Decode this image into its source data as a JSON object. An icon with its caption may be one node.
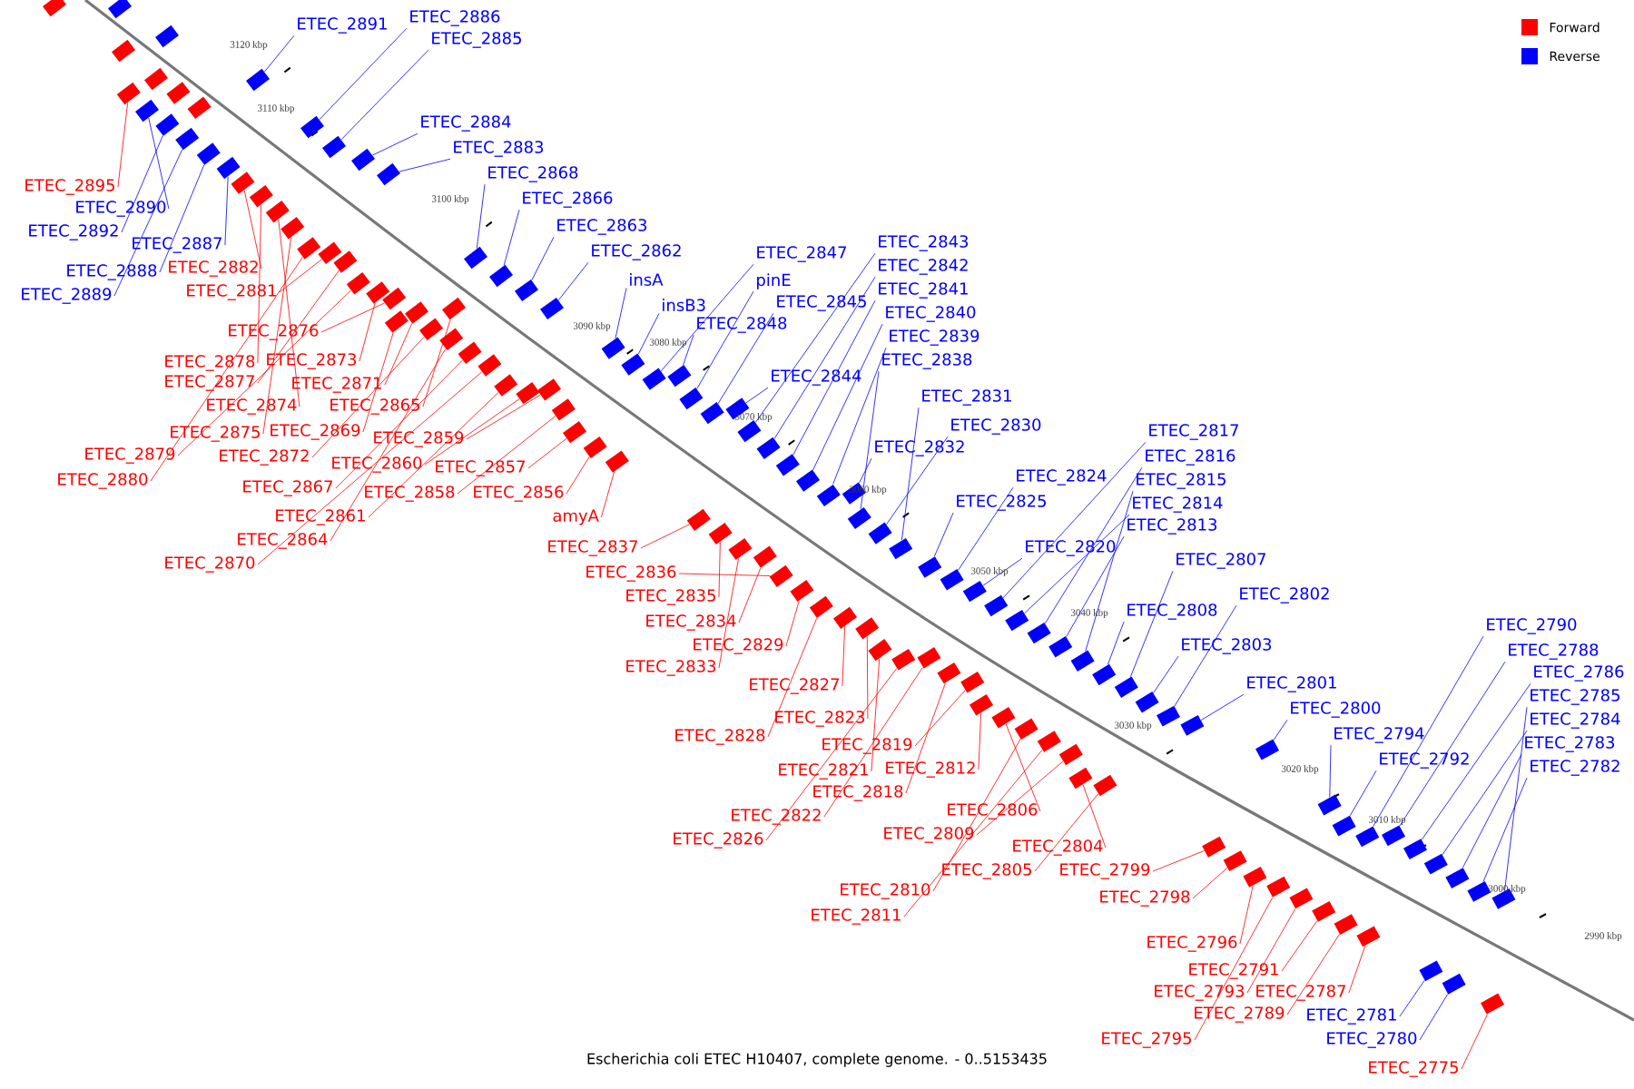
{
  "diagram": {
    "caption": "Escherichia coli ETEC H10407, complete genome. - 0..5153435",
    "nodes": [
      {
        "text": [
          "ETEC_2891"
        ]
      },
      {
        "text": [
          "ETEC_2886"
        ]
      },
      {
        "text": [
          "ETEC_2885"
        ]
      },
      {
        "text": [
          "ETEC_2884"
        ]
      },
      {
        "text": [
          "ETEC_2883"
        ]
      },
      {
        "text": [
          "ETEC_2895"
        ]
      },
      {
        "text": [
          "ETEC_2868"
        ]
      },
      {
        "text": [
          "ETEC_2866"
        ]
      },
      {
        "text": [
          "ETEC_2890"
        ]
      },
      {
        "text": [
          "ETEC_2892"
        ]
      },
      {
        "text": [
          "ETEC_2863"
        ]
      },
      {
        "text": [
          "ETEC_2887"
        ]
      },
      {
        "text": [
          "ETEC_2862"
        ]
      },
      {
        "text": [
          "ETEC_2847"
        ]
      },
      {
        "text": [
          "ETEC_2843"
        ]
      },
      {
        "text": [
          "ETEC_2842"
        ]
      },
      {
        "text": [
          "ETEC_2882"
        ]
      },
      {
        "text": [
          "ETEC_2888"
        ]
      },
      {
        "text": [
          "insA"
        ]
      },
      {
        "text": [
          "pinE"
        ]
      },
      {
        "text": [
          "ETEC_2841"
        ]
      },
      {
        "text": [
          "ETEC_2881"
        ]
      },
      {
        "text": [
          "ETEC_2889"
        ]
      },
      {
        "text": [
          "insB3"
        ]
      },
      {
        "text": [
          "ETEC_2845"
        ]
      },
      {
        "text": [
          "ETEC_2840"
        ]
      },
      {
        "text": [
          "ETEC_2848"
        ]
      },
      {
        "text": [
          "ETEC_2876"
        ]
      },
      {
        "text": [
          "ETEC_2839"
        ]
      },
      {
        "text": [
          "ETEC_2873"
        ]
      },
      {
        "text": [
          "ETEC_2878"
        ]
      },
      {
        "text": [
          "ETEC_2838"
        ]
      },
      {
        "text": [
          "ETEC_2844"
        ]
      },
      {
        "text": [
          "ETEC_2877"
        ]
      },
      {
        "text": [
          "ETEC_2871"
        ]
      },
      {
        "text": [
          "ETEC_2831"
        ]
      },
      {
        "text": [
          "ETEC_2874"
        ]
      },
      {
        "text": [
          "ETEC_2865"
        ]
      },
      {
        "text": [
          "ETEC_2830"
        ]
      },
      {
        "text": [
          "ETEC_2869"
        ]
      },
      {
        "text": [
          "ETEC_2817"
        ]
      },
      {
        "text": [
          "ETEC_2875"
        ]
      },
      {
        "text": [
          "ETEC_2859"
        ]
      },
      {
        "text": [
          "ETEC_2832"
        ]
      },
      {
        "text": [
          "ETEC_2879"
        ]
      },
      {
        "text": [
          "ETEC_2816"
        ]
      },
      {
        "text": [
          "ETEC_2872"
        ]
      },
      {
        "text": [
          "ETEC_2860"
        ]
      },
      {
        "text": [
          "ETEC_2857"
        ]
      },
      {
        "text": [
          "ETEC_2824"
        ]
      },
      {
        "text": [
          "ETEC_2880"
        ]
      },
      {
        "text": [
          "ETEC_2815"
        ]
      },
      {
        "text": [
          "ETEC_2867"
        ]
      },
      {
        "text": [
          "ETEC_2858"
        ]
      },
      {
        "text": [
          "ETEC_2856"
        ]
      },
      {
        "text": [
          "ETEC_2825"
        ]
      },
      {
        "text": [
          "ETEC_2814"
        ]
      },
      {
        "text": [
          "ETEC_2861"
        ]
      },
      {
        "text": [
          "amyA"
        ]
      },
      {
        "text": [
          "ETEC_2813"
        ]
      },
      {
        "text": [
          "ETEC_2864"
        ]
      },
      {
        "text": [
          "ETEC_2837"
        ]
      },
      {
        "text": [
          "ETEC_2820"
        ]
      },
      {
        "text": [
          "ETEC_2807"
        ]
      },
      {
        "text": [
          "ETEC_2870"
        ]
      },
      {
        "text": [
          "ETEC_2836"
        ]
      },
      {
        "text": [
          "ETEC_2802"
        ]
      },
      {
        "text": [
          "ETEC_2835"
        ]
      },
      {
        "text": [
          "ETEC_2808"
        ]
      },
      {
        "text": [
          "ETEC_2834"
        ]
      },
      {
        "text": [
          "ETEC_2790"
        ]
      },
      {
        "text": [
          "ETEC_2829"
        ]
      },
      {
        "text": [
          "ETEC_2803"
        ]
      },
      {
        "text": [
          "ETEC_2788"
        ]
      },
      {
        "text": [
          "ETEC_2833"
        ]
      },
      {
        "text": [
          "ETEC_2786"
        ]
      },
      {
        "text": [
          "ETEC_2801"
        ]
      },
      {
        "text": [
          "ETEC_2827"
        ]
      },
      {
        "text": [
          "ETEC_2785"
        ]
      },
      {
        "text": [
          "ETEC_2800"
        ]
      },
      {
        "text": [
          "ETEC_2823"
        ]
      },
      {
        "text": [
          "ETEC_2784"
        ]
      },
      {
        "text": [
          "ETEC_2794"
        ]
      },
      {
        "text": [
          "ETEC_2828"
        ]
      },
      {
        "text": [
          "ETEC_2783"
        ]
      },
      {
        "text": [
          "ETEC_2819"
        ]
      },
      {
        "text": [
          "ETEC_2792"
        ]
      },
      {
        "text": [
          "ETEC_2782"
        ]
      },
      {
        "text": [
          "ETEC_2812"
        ]
      },
      {
        "text": [
          "ETEC_2821"
        ]
      },
      {
        "text": [
          "ETEC_2818"
        ]
      },
      {
        "text": [
          "ETEC_2806"
        ]
      },
      {
        "text": [
          "ETEC_2822"
        ]
      },
      {
        "text": [
          "ETEC_2809"
        ]
      },
      {
        "text": [
          "ETEC_2826"
        ]
      },
      {
        "text": [
          "ETEC_2804"
        ]
      },
      {
        "text": [
          "ETEC_2805"
        ]
      },
      {
        "text": [
          "ETEC_2799"
        ]
      },
      {
        "text": [
          "ETEC_2810"
        ]
      },
      {
        "text": [
          "ETEC_2798"
        ]
      },
      {
        "text": [
          "ETEC_2811"
        ]
      },
      {
        "text": [
          "ETEC_2796"
        ]
      },
      {
        "text": [
          "ETEC_2791"
        ]
      },
      {
        "text": [
          "ETEC_2793"
        ]
      },
      {
        "text": [
          "ETEC_2787"
        ]
      },
      {
        "text": [
          "ETEC_2789"
        ]
      },
      {
        "text": [
          "ETEC_2781"
        ]
      },
      {
        "text": [
          "ETEC_2795"
        ]
      },
      {
        "text": [
          "ETEC_2780"
        ]
      },
      {
        "text": [
          "ETEC_2775"
        ]
      },
      {
        "text": [],
        "shape": "bar"
      },
      {
        "text": [],
        "shape": "bar"
      },
      {
        "text": [],
        "shape": "bar"
      },
      {
        "text": [],
        "shape": "bar"
      },
      {
        "text": [],
        "shape": "bar"
      },
      {
        "text": [],
        "shape": "bar"
      },
      {
        "text": [],
        "shape": "bar"
      },
      {
        "text": [],
        "shape": "bar"
      },
      {
        "text": [],
        "shape": "bar"
      },
      {
        "text": [],
        "shape": "bar"
      },
      {
        "text": [],
        "shape": "bar"
      },
      {
        "text": [],
        "shape": "bar"
      },
      {
        "text": [],
        "shape": "bar"
      },
      {
        "text": [],
        "shape": "bar"
      },
      {
        "text": [],
        "shape": "bar"
      },
      {
        "text": [],
        "shape": "bar"
      },
      {
        "text": [],
        "shape": "bar"
      },
      {
        "text": [],
        "shape": "bar"
      },
      {
        "text": [],
        "shape": "bar"
      },
      {
        "text": [],
        "shape": "bar"
      },
      {
        "text": [],
        "shape": "bar"
      },
      {
        "text": [],
        "shape": "bar"
      },
      {
        "text": [],
        "shape": "bar"
      },
      {
        "text": [],
        "shape": "bar"
      },
      {
        "text": [],
        "shape": "bar"
      },
      {
        "text": [],
        "shape": "bar"
      },
      {
        "text": [],
        "shape": "bar"
      },
      {
        "text": [],
        "shape": "bar"
      },
      {
        "text": [],
        "shape": "bar"
      },
      {
        "text": [],
        "shape": "bar"
      },
      {
        "text": [],
        "shape": "bar"
      },
      {
        "text": [],
        "shape": "bar"
      },
      {
        "text": [],
        "shape": "bar"
      },
      {
        "text": [],
        "shape": "bar"
      },
      {
        "text": [],
        "shape": "bar"
      },
      {
        "text": [],
        "shape": "bar"
      },
      {
        "text": [],
        "shape": "bar"
      },
      {
        "text": [],
        "shape": "bar"
      },
      {
        "text": [],
        "shape": "bar"
      },
      {
        "text": [],
        "shape": "bar"
      },
      {
        "text": [],
        "shape": "bar"
      },
      {
        "text": [],
        "shape": "bar"
      },
      {
        "text": [],
        "shape": "bar"
      },
      {
        "text": [],
        "shape": "bar"
      },
      {
        "text": [],
        "shape": "bar"
      },
      {
        "text": [],
        "shape": "bar"
      },
      {
        "text": [],
        "shape": "bar"
      },
      {
        "text": [],
        "shape": "bar"
      },
      {
        "text": [],
        "shape": "bar"
      },
      {
        "text": [],
        "shape": "bar"
      },
      {
        "text": [],
        "shape": "bar"
      },
      {
        "text": [],
        "shape": "bar"
      },
      {
        "text": [],
        "shape": "bar"
      },
      {
        "text": [],
        "shape": "bar"
      },
      {
        "text": [],
        "shape": "bar"
      },
      {
        "text": [],
        "shape": "bar"
      },
      {
        "text": [],
        "shape": "bar"
      },
      {
        "text": [],
        "shape": "bar"
      },
      {
        "text": [],
        "shape": "bar"
      },
      {
        "text": [],
        "shape": "bar"
      },
      {
        "text": [],
        "shape": "bar"
      },
      {
        "text": [],
        "shape": "bar"
      },
      {
        "text": [],
        "shape": "bar"
      },
      {
        "text": [],
        "shape": "bar"
      },
      {
        "text": [],
        "shape": "bar"
      },
      {
        "text": [],
        "shape": "bar"
      },
      {
        "text": [],
        "shape": "bar"
      },
      {
        "text": [],
        "shape": "bar"
      },
      {
        "text": [],
        "shape": "bar"
      },
      {
        "text": [],
        "shape": "bar"
      },
      {
        "text": [],
        "shape": "bar"
      },
      {
        "text": [],
        "shape": "bar"
      },
      {
        "text": [],
        "shape": "bar"
      },
      {
        "text": [],
        "shape": "bar"
      },
      {
        "text": [],
        "shape": "bar"
      },
      {
        "text": [],
        "shape": "bar"
      },
      {
        "text": [],
        "shape": "bar"
      },
      {
        "text": [],
        "shape": "bar"
      },
      {
        "text": [],
        "shape": "bar"
      },
      {
        "text": [],
        "shape": "bar"
      },
      {
        "text": [],
        "shape": "bar"
      },
      {
        "text": [],
        "shape": "bar"
      },
      {
        "text": [],
        "shape": "bar"
      },
      {
        "text": [],
        "shape": "bar"
      },
      {
        "text": [],
        "shape": "bar"
      },
      {
        "text": [],
        "shape": "bar"
      },
      {
        "text": [],
        "shape": "bar"
      },
      {
        "text": [],
        "shape": "bar"
      },
      {
        "text": [],
        "shape": "bar"
      },
      {
        "text": [],
        "shape": "bar"
      },
      {
        "text": [],
        "shape": "bar"
      },
      {
        "text": [],
        "shape": "bar"
      },
      {
        "text": [],
        "shape": "bar"
      },
      {
        "text": [],
        "shape": "bar"
      },
      {
        "text": [],
        "shape": "bar"
      },
      {
        "text": [],
        "shape": "bar"
      },
      {
        "text": [],
        "shape": "bar"
      },
      {
        "text": [],
        "shape": "bar"
      },
      {
        "text": [],
        "shape": "bar"
      },
      {
        "text": [],
        "shape": "bar"
      },
      {
        "text": [],
        "shape": "bar"
      },
      {
        "text": [],
        "shape": "bar"
      },
      {
        "text": [],
        "shape": "bar"
      },
      {
        "text": [],
        "shape": "bar"
      },
      {
        "text": [],
        "shape": "bar"
      },
      {
        "text": [],
        "shape": "bar"
      },
      {
        "text": [],
        "shape": "bar"
      },
      {
        "text": [],
        "shape": "bar"
      },
      {
        "text": [],
        "shape": "bar"
      },
      {
        "text": [],
        "shape": "bar"
      },
      {
        "text": [],
        "shape": "bar"
      },
      {
        "text": [],
        "shape": "bar"
      },
      {
        "text": [],
        "shape": "bar"
      },
      {
        "text": [],
        "shape": "bar"
      },
      {
        "text": [],
        "shape": "bar"
      },
      {
        "text": [],
        "shape": "bar"
      },
      {
        "text": [],
        "shape": "bar"
      }
    ],
    "edges": [
      {
        "from": 0,
        "to": 110,
        "arrow": "none",
        "color": "#0000ff"
      },
      {
        "from": 1,
        "to": 111,
        "arrow": "none",
        "color": "#0000ff"
      },
      {
        "from": 2,
        "to": 112,
        "arrow": "none",
        "color": "#0000ff"
      },
      {
        "from": 3,
        "to": 113,
        "arrow": "none",
        "color": "#0000ff"
      },
      {
        "from": 4,
        "to": 114,
        "arrow": "none",
        "color": "#0000ff"
      },
      {
        "from": 5,
        "to": 115,
        "arrow": "none",
        "color": "#ff0000"
      },
      {
        "from": 6,
        "to": 116,
        "arrow": "none",
        "color": "#0000ff"
      },
      {
        "from": 7,
        "to": 117,
        "arrow": "none",
        "color": "#0000ff"
      },
      {
        "from": 8,
        "to": 118,
        "arrow": "none",
        "color": "#0000ff"
      },
      {
        "from": 9,
        "to": 119,
        "arrow": "none",
        "color": "#0000ff"
      },
      {
        "from": 10,
        "to": 120,
        "arrow": "none",
        "color": "#0000ff"
      },
      {
        "from": 11,
        "to": 121,
        "arrow": "none",
        "color": "#0000ff"
      },
      {
        "from": 12,
        "to": 122,
        "arrow": "none",
        "color": "#0000ff"
      },
      {
        "from": 13,
        "to": 123,
        "arrow": "none",
        "color": "#0000ff"
      },
      {
        "from": 14,
        "to": 124,
        "arrow": "none",
        "color": "#0000ff"
      },
      {
        "from": 15,
        "to": 125,
        "arrow": "none",
        "color": "#0000ff"
      },
      {
        "from": 16,
        "to": 126,
        "arrow": "none",
        "color": "#ff0000"
      },
      {
        "from": 17,
        "to": 127,
        "arrow": "none",
        "color": "#0000ff"
      },
      {
        "from": 18,
        "to": 128,
        "arrow": "none",
        "color": "#0000ff"
      },
      {
        "from": 19,
        "to": 129,
        "arrow": "none",
        "color": "#0000ff"
      },
      {
        "from": 20,
        "to": 130,
        "arrow": "none",
        "color": "#0000ff"
      },
      {
        "from": 21,
        "to": 131,
        "arrow": "none",
        "color": "#ff0000"
      },
      {
        "from": 22,
        "to": 132,
        "arrow": "none",
        "color": "#0000ff"
      },
      {
        "from": 23,
        "to": 133,
        "arrow": "none",
        "color": "#0000ff"
      },
      {
        "from": 24,
        "to": 134,
        "arrow": "none",
        "color": "#0000ff"
      },
      {
        "from": 25,
        "to": 135,
        "arrow": "none",
        "color": "#0000ff"
      },
      {
        "from": 26,
        "to": 136,
        "arrow": "none",
        "color": "#0000ff"
      },
      {
        "from": 27,
        "to": 137,
        "arrow": "none",
        "color": "#ff0000"
      },
      {
        "from": 28,
        "to": 138,
        "arrow": "none",
        "color": "#0000ff"
      },
      {
        "from": 29,
        "to": 139,
        "arrow": "none",
        "color": "#ff0000"
      },
      {
        "from": 30,
        "to": 140,
        "arrow": "none",
        "color": "#ff0000"
      },
      {
        "from": 31,
        "to": 141,
        "arrow": "none",
        "color": "#0000ff"
      },
      {
        "from": 32,
        "to": 142,
        "arrow": "none",
        "color": "#0000ff"
      },
      {
        "from": 33,
        "to": 143,
        "arrow": "none",
        "color": "#ff0000"
      },
      {
        "from": 34,
        "to": 144,
        "arrow": "none",
        "color": "#ff0000"
      },
      {
        "from": 35,
        "to": 145,
        "arrow": "none",
        "color": "#0000ff"
      },
      {
        "from": 36,
        "to": 146,
        "arrow": "none",
        "color": "#ff0000"
      },
      {
        "from": 37,
        "to": 147,
        "arrow": "none",
        "color": "#ff0000"
      },
      {
        "from": 38,
        "to": 148,
        "arrow": "none",
        "color": "#0000ff"
      },
      {
        "from": 39,
        "to": 149,
        "arrow": "none",
        "color": "#ff0000"
      },
      {
        "from": 40,
        "to": 150,
        "arrow": "none",
        "color": "#0000ff"
      },
      {
        "from": 41,
        "to": 151,
        "arrow": "none",
        "color": "#ff0000"
      },
      {
        "from": 42,
        "to": 152,
        "arrow": "none",
        "color": "#ff0000"
      },
      {
        "from": 43,
        "to": 153,
        "arrow": "none",
        "color": "#0000ff"
      },
      {
        "from": 44,
        "to": 154,
        "arrow": "none",
        "color": "#ff0000"
      },
      {
        "from": 45,
        "to": 155,
        "arrow": "none",
        "color": "#0000ff"
      },
      {
        "from": 46,
        "to": 156,
        "arrow": "none",
        "color": "#ff0000"
      },
      {
        "from": 47,
        "to": 157,
        "arrow": "none",
        "color": "#ff0000"
      },
      {
        "from": 48,
        "to": 158,
        "arrow": "none",
        "color": "#ff0000"
      },
      {
        "from": 49,
        "to": 159,
        "arrow": "none",
        "color": "#0000ff"
      },
      {
        "from": 50,
        "to": 160,
        "arrow": "none",
        "color": "#ff0000"
      },
      {
        "from": 51,
        "to": 161,
        "arrow": "none",
        "color": "#0000ff"
      },
      {
        "from": 52,
        "to": 162,
        "arrow": "none",
        "color": "#ff0000"
      },
      {
        "from": 53,
        "to": 163,
        "arrow": "none",
        "color": "#ff0000"
      },
      {
        "from": 54,
        "to": 164,
        "arrow": "none",
        "color": "#ff0000"
      },
      {
        "from": 55,
        "to": 165,
        "arrow": "none",
        "color": "#0000ff"
      },
      {
        "from": 56,
        "to": 166,
        "arrow": "none",
        "color": "#0000ff"
      },
      {
        "from": 57,
        "to": 167,
        "arrow": "none",
        "color": "#ff0000"
      },
      {
        "from": 58,
        "to": 168,
        "arrow": "none",
        "color": "#ff0000"
      },
      {
        "from": 59,
        "to": 169,
        "arrow": "none",
        "color": "#0000ff"
      },
      {
        "from": 60,
        "to": 170,
        "arrow": "none",
        "color": "#ff0000"
      },
      {
        "from": 61,
        "to": 171,
        "arrow": "none",
        "color": "#ff0000"
      },
      {
        "from": 62,
        "to": 172,
        "arrow": "none",
        "color": "#0000ff"
      },
      {
        "from": 63,
        "to": 173,
        "arrow": "none",
        "color": "#0000ff"
      },
      {
        "from": 64,
        "to": 174,
        "arrow": "none",
        "color": "#ff0000"
      },
      {
        "from": 65,
        "to": 175,
        "arrow": "none",
        "color": "#ff0000"
      },
      {
        "from": 66,
        "to": 176,
        "arrow": "none",
        "color": "#0000ff"
      },
      {
        "from": 67,
        "to": 177,
        "arrow": "none",
        "color": "#ff0000"
      },
      {
        "from": 68,
        "to": 178,
        "arrow": "none",
        "color": "#0000ff"
      },
      {
        "from": 69,
        "to": 179,
        "arrow": "none",
        "color": "#ff0000"
      },
      {
        "from": 70,
        "to": 180,
        "arrow": "none",
        "color": "#0000ff"
      },
      {
        "from": 71,
        "to": 181,
        "arrow": "none",
        "color": "#ff0000"
      },
      {
        "from": 72,
        "to": 182,
        "arrow": "none",
        "color": "#0000ff"
      },
      {
        "from": 73,
        "to": 183,
        "arrow": "none",
        "color": "#0000ff"
      },
      {
        "from": 74,
        "to": 184,
        "arrow": "none",
        "color": "#ff0000"
      },
      {
        "from": 75,
        "to": 185,
        "arrow": "none",
        "color": "#0000ff"
      },
      {
        "from": 76,
        "to": 186,
        "arrow": "none",
        "color": "#0000ff"
      },
      {
        "from": 77,
        "to": 187,
        "arrow": "none",
        "color": "#ff0000"
      },
      {
        "from": 78,
        "to": 188,
        "arrow": "none",
        "color": "#0000ff"
      },
      {
        "from": 79,
        "to": 189,
        "arrow": "none",
        "color": "#0000ff"
      },
      {
        "from": 80,
        "to": 190,
        "arrow": "none",
        "color": "#ff0000"
      },
      {
        "from": 81,
        "to": 191,
        "arrow": "none",
        "color": "#0000ff"
      },
      {
        "from": 82,
        "to": 192,
        "arrow": "none",
        "color": "#0000ff"
      },
      {
        "from": 83,
        "to": 193,
        "arrow": "none",
        "color": "#ff0000"
      },
      {
        "from": 84,
        "to": 194,
        "arrow": "none",
        "color": "#0000ff"
      },
      {
        "from": 85,
        "to": 195,
        "arrow": "none",
        "color": "#ff0000"
      },
      {
        "from": 86,
        "to": 196,
        "arrow": "none",
        "color": "#0000ff"
      },
      {
        "from": 87,
        "to": 197,
        "arrow": "none",
        "color": "#0000ff"
      },
      {
        "from": 88,
        "to": 198,
        "arrow": "none",
        "color": "#ff0000"
      },
      {
        "from": 89,
        "to": 199,
        "arrow": "none",
        "color": "#ff0000"
      },
      {
        "from": 90,
        "to": 200,
        "arrow": "none",
        "color": "#ff0000"
      },
      {
        "from": 91,
        "to": 201,
        "arrow": "none",
        "color": "#ff0000"
      },
      {
        "from": 92,
        "to": 202,
        "arrow": "none",
        "color": "#ff0000"
      },
      {
        "from": 93,
        "to": 203,
        "arrow": "none",
        "color": "#ff0000"
      },
      {
        "from": 94,
        "to": 204,
        "arrow": "none",
        "color": "#ff0000"
      },
      {
        "from": 95,
        "to": 205,
        "arrow": "none",
        "color": "#ff0000"
      },
      {
        "from": 96,
        "to": 206,
        "arrow": "none",
        "color": "#ff0000"
      },
      {
        "from": 97,
        "to": 207,
        "arrow": "none",
        "color": "#ff0000"
      },
      {
        "from": 98,
        "to": 208,
        "arrow": "none",
        "color": "#ff0000"
      },
      {
        "from": 99,
        "to": 209,
        "arrow": "none",
        "color": "#ff0000"
      },
      {
        "from": 100,
        "to": 210,
        "arrow": "none",
        "color": "#ff0000"
      },
      {
        "from": 101,
        "to": 211,
        "arrow": "none",
        "color": "#ff0000"
      },
      {
        "from": 102,
        "to": 212,
        "arrow": "none",
        "color": "#ff0000"
      },
      {
        "from": 103,
        "to": 213,
        "arrow": "none",
        "color": "#ff0000"
      },
      {
        "from": 104,
        "to": 214,
        "arrow": "none",
        "color": "#ff0000"
      },
      {
        "from": 105,
        "to": 215,
        "arrow": "none",
        "color": "#ff0000"
      },
      {
        "from": 106,
        "to": 216,
        "arrow": "none",
        "color": "#0000ff"
      },
      {
        "from": 107,
        "to": 217,
        "arrow": "none",
        "color": "#ff0000"
      },
      {
        "from": 108,
        "to": 218,
        "arrow": "none",
        "color": "#0000ff"
      },
      {
        "from": 109,
        "to": 219,
        "arrow": "none",
        "color": "#ff0000"
      }
    ],
    "labels": [
      "3120 kbp",
      "3110 kbp",
      "3100 kbp",
      "3090 kbp",
      "3080 kbp",
      "3070 kbp",
      "3060 kbp",
      "3050 kbp",
      "3040 kbp",
      "3030 kbp",
      "3020 kbp",
      "3010 kbp",
      "3000 kbp",
      "2990 kbp"
    ],
    "legend": [
      {
        "text": "Forward",
        "color": "#ff0000"
      },
      {
        "text": "Reverse",
        "color": "#0000ff"
      }
    ]
  }
}
